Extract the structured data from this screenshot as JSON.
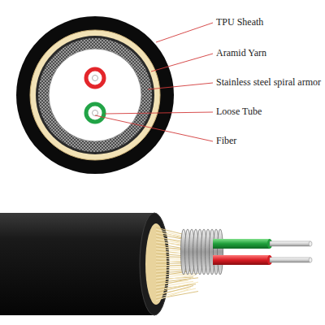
{
  "diagram": {
    "labels": [
      "TPU Sheath",
      "Aramid Yarn",
      "Stainless steel spiral armor",
      "Loose Tube",
      "Fiber"
    ]
  }
}
